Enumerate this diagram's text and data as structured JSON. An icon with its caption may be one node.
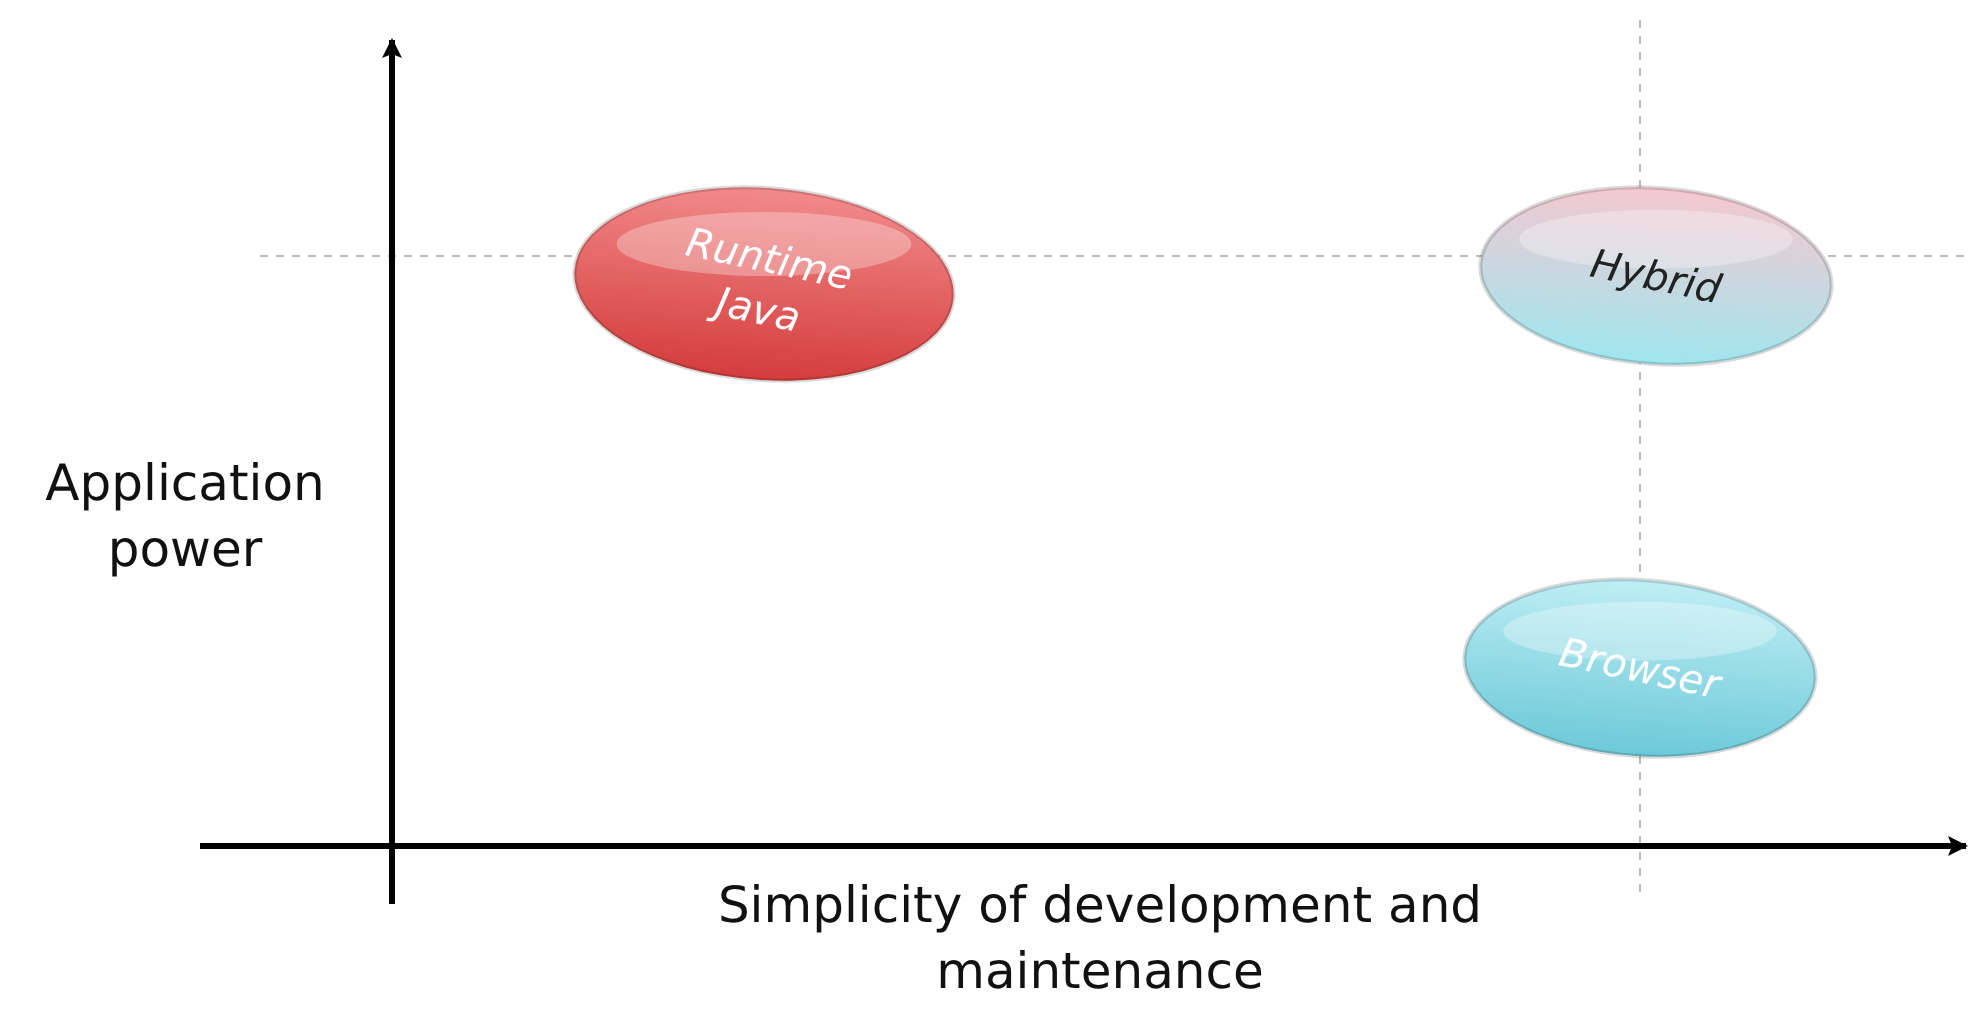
{
  "diagram": {
    "nodes": [
      {
        "text": [
          "Runtime Java"
        ]
      },
      {
        "text": [
          "Hybrid"
        ]
      },
      {
        "text": [
          "Browser"
        ]
      }
    ],
    "labels": [
      "Application power",
      "Simplicity of development and maintenance"
    ]
  }
}
